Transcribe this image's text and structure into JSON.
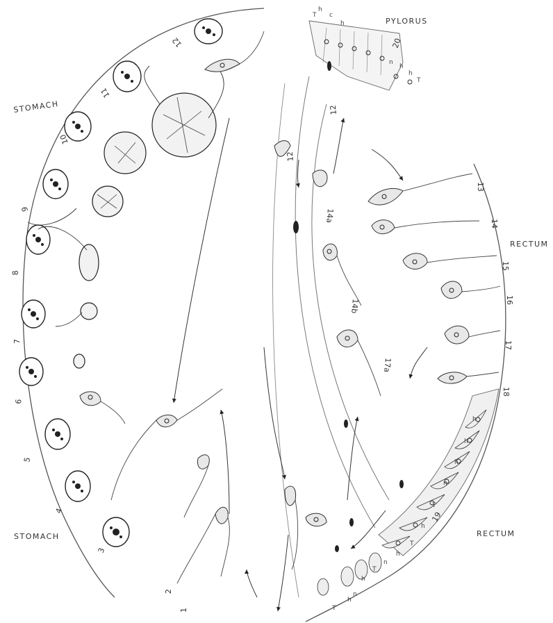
{
  "regions": {
    "pylorus": "PYLORUS",
    "stomach_top": "STOMACH",
    "stomach_bottom": "STOMACH",
    "rectum_top": "RECTUM",
    "rectum_bottom": "RECTUM"
  },
  "stage_numbers": {
    "n1": "1",
    "n2": "2",
    "n3": "3",
    "n4": "4",
    "n5": "5",
    "n6": "6",
    "n7": "7",
    "n8": "8",
    "n9": "9",
    "n10": "10",
    "n11": "11",
    "n12": "12",
    "n12b": "12",
    "n12c": "12",
    "n13": "13",
    "n14": "14",
    "n14a": "14a",
    "n14b": "14b",
    "n15": "15",
    "n16": "16",
    "n17": "17",
    "n17a": "17a",
    "n18": "18",
    "n19": "19",
    "n20": "20"
  },
  "tissue_letters": {
    "T": "T",
    "h": "h",
    "n": "n",
    "c": "c"
  }
}
